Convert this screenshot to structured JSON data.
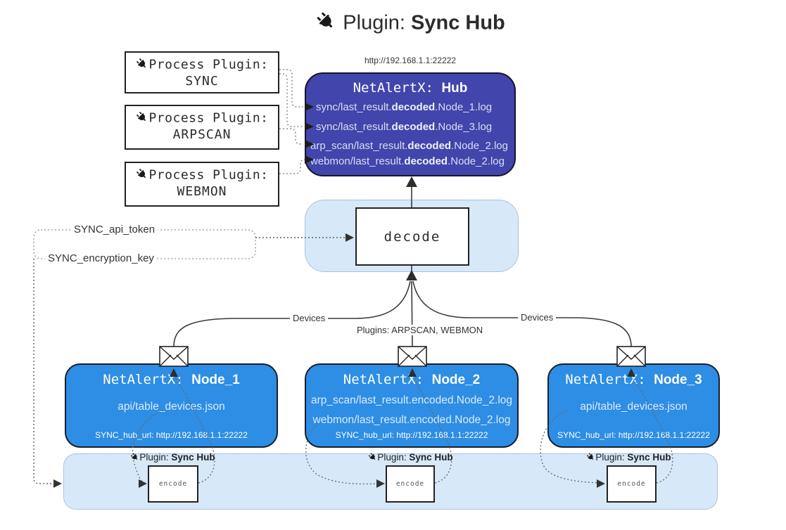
{
  "title": {
    "label": "Plugin:",
    "name": "Sync Hub"
  },
  "hub": {
    "url": "http://192.168.1.1:22222",
    "name_prefix": "NetAlertX: ",
    "name_bold": "Hub",
    "logs": [
      {
        "pre": "sync/last_result.",
        "bold": "decoded",
        "post": ".Node_1.log"
      },
      {
        "pre": "sync/last_result.",
        "bold": "decoded",
        "post": ".Node_3.log"
      },
      {
        "pre": "arp_scan/last_result.",
        "bold": "decoded",
        "post": ".Node_2.log"
      },
      {
        "pre": "webmon/last_result.",
        "bold": "decoded",
        "post": ".Node_2.log"
      }
    ]
  },
  "process_plugins": [
    {
      "label": "Process Plugin:",
      "name": "SYNC"
    },
    {
      "label": "Process Plugin:",
      "name": "ARPSCAN"
    },
    {
      "label": "Process Plugin:",
      "name": "WEBMON"
    }
  ],
  "settings": {
    "api_token": "SYNC_api_token",
    "encryption_key": "SYNC_encryption_key"
  },
  "decode": {
    "label": "decode"
  },
  "flow_labels": {
    "devices_left": "Devices",
    "plugins": "Plugins: ARPSCAN, WEBMON",
    "devices_right": "Devices"
  },
  "nodes": [
    {
      "name_prefix": "NetAlertX: ",
      "name_bold": "Node_1",
      "lines": [
        "api/table_devices.json"
      ],
      "hub_url": "SYNC_hub_url: http://192.168.1.1:22222"
    },
    {
      "name_prefix": "NetAlertX: ",
      "name_bold": "Node_2",
      "lines": [
        "arp_scan/last_result.encoded.Node_2.log",
        "webmon/last_result.encoded.Node_2.log"
      ],
      "hub_url": "SYNC_hub_url: http://192.168.1.1:22222"
    },
    {
      "name_prefix": "NetAlertX: ",
      "name_bold": "Node_3",
      "lines": [
        "api/table_devices.json"
      ],
      "hub_url": "SYNC_hub_url: http://192.168.1.1:22222"
    }
  ],
  "encoders": [
    {
      "label": "Plugin: ",
      "label_bold": "Sync Hub",
      "box": "encode"
    },
    {
      "label": "Plugin: ",
      "label_bold": "Sync Hub",
      "box": "encode"
    },
    {
      "label": "Plugin: ",
      "label_bold": "Sync Hub",
      "box": "encode"
    }
  ],
  "colors": {
    "hub_fill": "#4245ab",
    "node_fill": "#2e8de4",
    "panel_fill": "#d7e8f9",
    "panel_border": "#7e9cba",
    "hub_log_text": "#d8dff0",
    "node_line_text": "#d8ebfc",
    "connector": "#666666",
    "solid_line": "#3a3a3a"
  }
}
